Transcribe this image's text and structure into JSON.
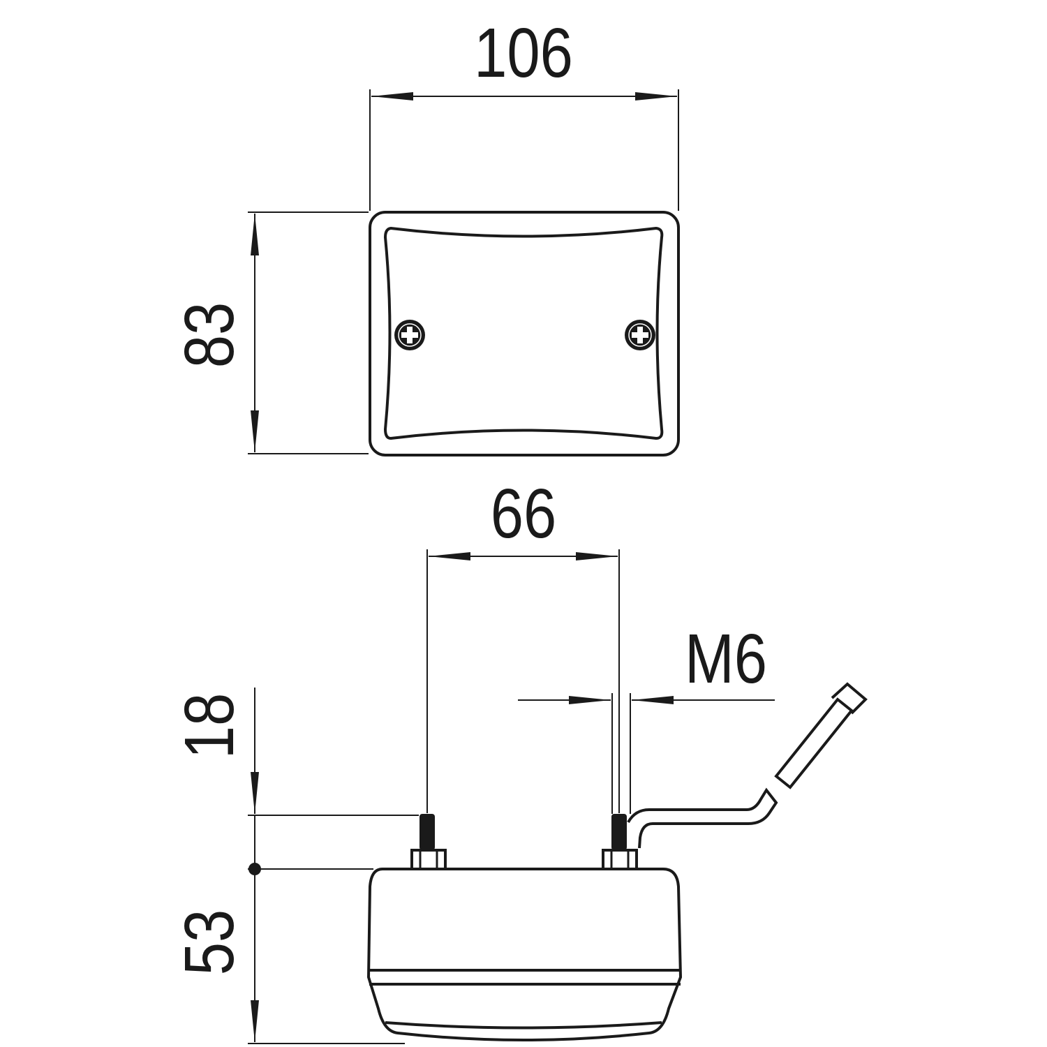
{
  "drawing": {
    "top_view": {
      "width_label": "106",
      "height_label": "83"
    },
    "side_view": {
      "stud_spacing_label": "66",
      "thread_label": "M6",
      "stud_height_label": "18",
      "body_height_label": "53"
    }
  },
  "colors": {
    "line": "#1a1a1a",
    "background": "#ffffff"
  }
}
